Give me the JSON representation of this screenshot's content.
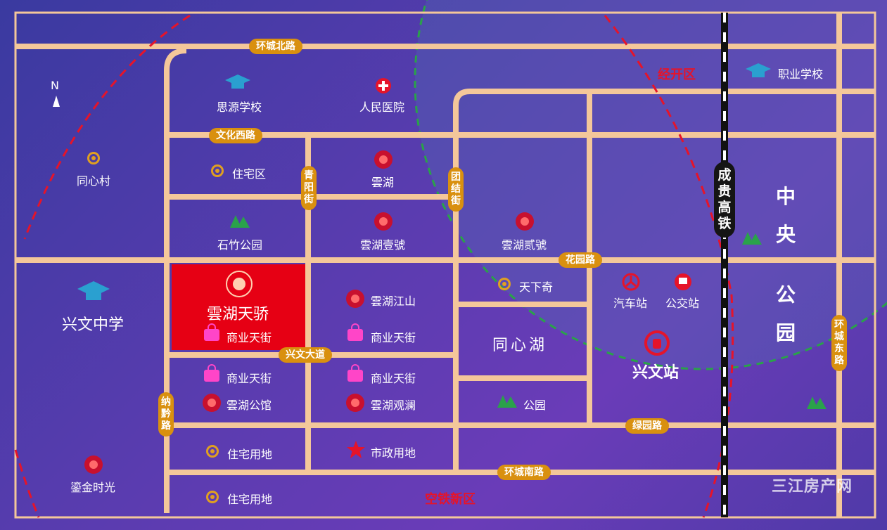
{
  "compass": "N",
  "roads": {
    "north_ring": "环城北路",
    "wenhua_west": "文化西路",
    "qingyang": "青阳街",
    "tuanjie": "团结街",
    "huayuan": "花园路",
    "xingwen_avenue": "兴文大道",
    "naqian": "纳黔路",
    "lvyuan": "绿园路",
    "south_ring": "环城南路",
    "east_ring": "环城东路"
  },
  "railway": "成贵高铁",
  "districts": {
    "econ_zone": "经开区",
    "airport_rail_zone": "空铁新区"
  },
  "park_big": [
    "中",
    "央",
    "公",
    "园"
  ],
  "places": {
    "vocational_school": "职业学校",
    "siyuan_school": "思源学校",
    "peoples_hospital": "人民医院",
    "tongxin_village": "同心村",
    "residential": "住宅区",
    "yunhu": "雲湖",
    "shizhu_park": "石竹公园",
    "yunhu_1": "雲湖壹號",
    "yunhu_2": "雲湖贰號",
    "xingwen_middle": "兴文中学",
    "yunhu_tianjiao": "雲湖天骄",
    "commercial_1": "商业天街",
    "yunhu_jiangshan": "雲湖江山",
    "commercial_2": "商业天街",
    "tianxiaqi": "天下奇",
    "bus_station": "汽车站",
    "public_bus": "公交站",
    "tongxin_lake": "同心湖",
    "xingwen_station": "兴文站",
    "commercial_3": "商业天街",
    "commercial_4": "商业天街",
    "yunhu_gongguan": "雲湖公馆",
    "yunhu_guanlan": "雲湖观澜",
    "park": "公园",
    "residential_land_1": "住宅用地",
    "municipal_land": "市政用地",
    "luxury_time": "鎏金时光",
    "residential_land_2": "住宅用地"
  },
  "watermark": "三江房产网",
  "colors": {
    "road": "#f4c79a",
    "tag": "#d9900f",
    "highlight": "#e60014",
    "red_label": "#e5142a",
    "bag": "#ff45c8"
  }
}
